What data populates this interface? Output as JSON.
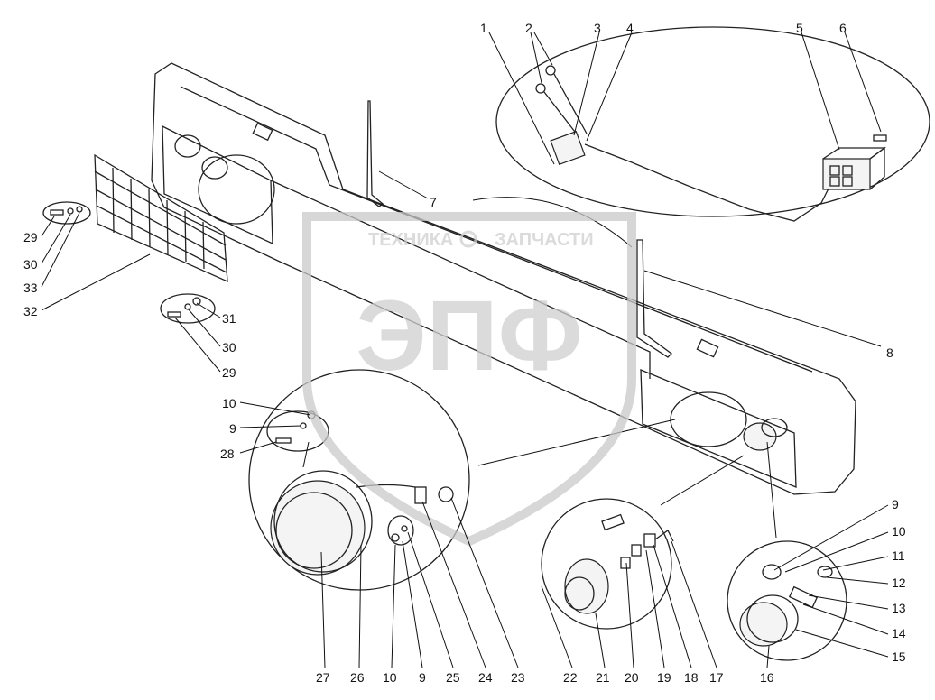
{
  "watermark": {
    "brand_left": "ТЕХНИКА",
    "brand_right": "ЗАПЧАСТИ",
    "logo": "ЭПФ"
  },
  "callouts": [
    {
      "id": "c1",
      "text": "1"
    },
    {
      "id": "c2",
      "text": "2"
    },
    {
      "id": "c3",
      "text": "3"
    },
    {
      "id": "c4",
      "text": "4"
    },
    {
      "id": "c5",
      "text": "5"
    },
    {
      "id": "c6",
      "text": "6"
    },
    {
      "id": "c7",
      "text": "7"
    },
    {
      "id": "c8",
      "text": "8"
    },
    {
      "id": "c9r",
      "text": "9"
    },
    {
      "id": "c10r",
      "text": "10"
    },
    {
      "id": "c11",
      "text": "11"
    },
    {
      "id": "c12",
      "text": "12"
    },
    {
      "id": "c13",
      "text": "13"
    },
    {
      "id": "c14",
      "text": "14"
    },
    {
      "id": "c15",
      "text": "15"
    },
    {
      "id": "c16",
      "text": "16"
    },
    {
      "id": "c17",
      "text": "17"
    },
    {
      "id": "c18",
      "text": "18"
    },
    {
      "id": "c19",
      "text": "19"
    },
    {
      "id": "c20",
      "text": "20"
    },
    {
      "id": "c21",
      "text": "21"
    },
    {
      "id": "c22",
      "text": "22"
    },
    {
      "id": "c23",
      "text": "23"
    },
    {
      "id": "c24",
      "text": "24"
    },
    {
      "id": "c25",
      "text": "25"
    },
    {
      "id": "c9b",
      "text": "9"
    },
    {
      "id": "c10b",
      "text": "10"
    },
    {
      "id": "c26",
      "text": "26"
    },
    {
      "id": "c27",
      "text": "27"
    },
    {
      "id": "c10l",
      "text": "10"
    },
    {
      "id": "c9l",
      "text": "9"
    },
    {
      "id": "c28",
      "text": "28"
    },
    {
      "id": "c29a",
      "text": "29"
    },
    {
      "id": "c30a",
      "text": "30"
    },
    {
      "id": "c33",
      "text": "33"
    },
    {
      "id": "c32",
      "text": "32"
    },
    {
      "id": "c31",
      "text": "31"
    },
    {
      "id": "c30b",
      "text": "30"
    },
    {
      "id": "c29b",
      "text": "29"
    }
  ]
}
